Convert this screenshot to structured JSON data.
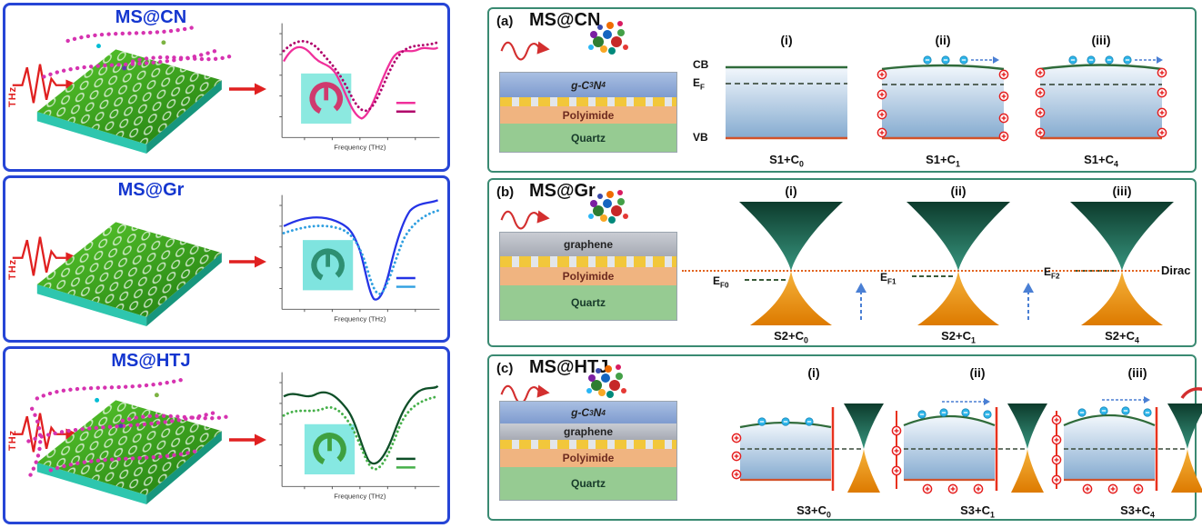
{
  "left": {
    "xlabel": "Frequency (THz)",
    "panels": [
      {
        "title": "MS@CN",
        "thz": "THz"
      },
      {
        "title": "MS@Gr",
        "thz": "THz"
      },
      {
        "title": "MS@HTJ",
        "thz": "THz"
      }
    ]
  },
  "right": {
    "panels": [
      {
        "tag": "(a)",
        "title": "MS@CN",
        "layers": {
          "top_main": "g-C",
          "top_sub1": "3",
          "top_mid": "N",
          "top_sub2": "4",
          "polyimide": "Polyimide",
          "quartz": "Quartz"
        },
        "bands": {
          "cb": "CB",
          "ef_main": "E",
          "ef_sub": "F",
          "vb": "VB"
        },
        "cols": [
          {
            "index": "(i)",
            "cap_main": "S1+C",
            "cap_sub": "0"
          },
          {
            "index": "(ii)",
            "cap_main": "S1+C",
            "cap_sub": "1"
          },
          {
            "index": "(iii)",
            "cap_main": "S1+C",
            "cap_sub": "4"
          }
        ]
      },
      {
        "tag": "(b)",
        "title": "MS@Gr",
        "layers": {
          "graphene": "graphene",
          "polyimide": "Polyimide",
          "quartz": "Quartz"
        },
        "dirac_label": "Dirac",
        "fermi": [
          {
            "main": "E",
            "sub": "F0"
          },
          {
            "main": "E",
            "sub": "F1"
          },
          {
            "main": "E",
            "sub": "F2"
          }
        ],
        "cols": [
          {
            "index": "(i)",
            "cap_main": "S2+C",
            "cap_sub": "0"
          },
          {
            "index": "(ii)",
            "cap_main": "S2+C",
            "cap_sub": "1"
          },
          {
            "index": "(iii)",
            "cap_main": "S2+C",
            "cap_sub": "4"
          }
        ]
      },
      {
        "tag": "(c)",
        "title": "MS@HTJ",
        "layers": {
          "top_main": "g-C",
          "top_sub1": "3",
          "top_mid": "N",
          "top_sub2": "4",
          "graphene": "graphene",
          "polyimide": "Polyimide",
          "quartz": "Quartz"
        },
        "cols": [
          {
            "index": "(i)",
            "cap_main": "S3+C",
            "cap_sub": "0"
          },
          {
            "index": "(ii)",
            "cap_main": "S3+C",
            "cap_sub": "1"
          },
          {
            "index": "(iii)",
            "cap_main": "S3+C",
            "cap_sub": "4"
          }
        ]
      }
    ]
  },
  "colors": {
    "left_border": "#2645d6",
    "right_border": "#3a8a72",
    "title_blue": "#1436cf",
    "thz_red": "#e02020",
    "curve_pink": "#f0309b",
    "curve_magenta": "#b0006a",
    "curve_blue": "#2433e6",
    "curve_lightblue": "#2f9fe0",
    "curve_darkgreen": "#0e4f28",
    "curve_green": "#46b04a",
    "charge_positive": "#e51f1f",
    "electron": "#2fb6ea",
    "dirac_line": "#e2621b",
    "cb_line": "#2f6b3a",
    "vb_line": "#d2522a"
  }
}
